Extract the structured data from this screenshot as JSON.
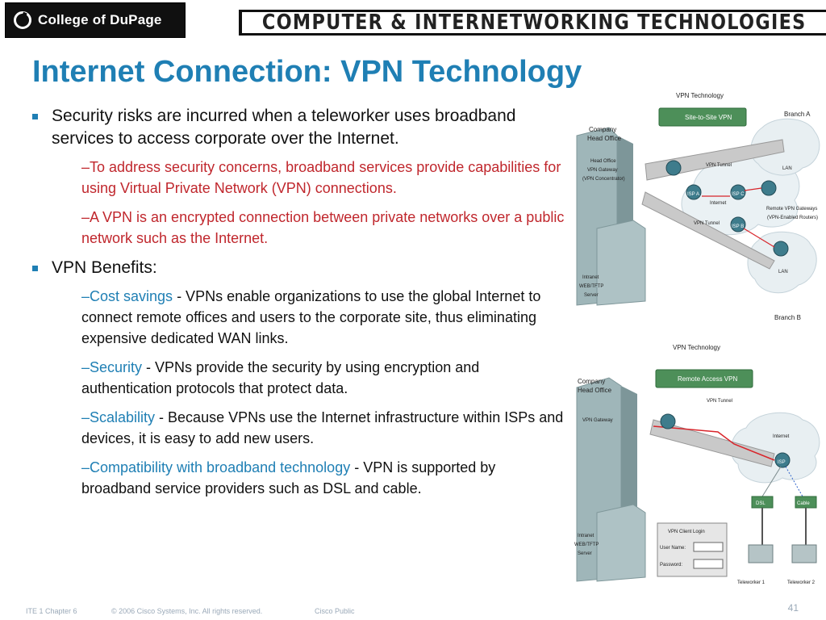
{
  "header": {
    "logo_text": "College of DuPage",
    "brand": "COMPUTER & INTERNETWORKING TECHNOLOGIES"
  },
  "slide": {
    "title": "Internet Connection: VPN Technology",
    "bullet1": "Security risks are incurred when a teleworker uses broadband services to access corporate over the Internet.",
    "sub1a": "–To address security concerns, broadband services provide capabilities for using Virtual Private Network (VPN) connections.",
    "sub1b": "–A VPN is an encrypted connection between private networks over a public network such as the Internet.",
    "bullet2": "VPN Benefits:",
    "benefits": [
      {
        "term": "–Cost savings",
        "desc": " - VPNs enable organizations to use the global Internet to connect remote offices and users to the corporate site, thus eliminating expensive dedicated WAN links."
      },
      {
        "term": "–Security",
        "desc": " - VPNs provide the security by using encryption and authentication protocols that protect data."
      },
      {
        "term": "–Scalability",
        "desc": " - Because VPNs use the Internet infrastructure within ISPs and devices, it is easy to add new users."
      },
      {
        "term": "–Compatibility with broadband technology",
        "desc": " - VPN is supported by broadband service providers such as DSL and cable."
      }
    ]
  },
  "diagram1": {
    "title": "VPN Technology",
    "banner": "Site-to-Site VPN",
    "company": "Company",
    "head_office": "Head Office",
    "ho_gw1": "Head Office",
    "ho_gw2": "VPN Gateway",
    "ho_gw3": "(VPN Concentrator)",
    "tunnel": "VPN Tunnel",
    "isp_a": "ISP A",
    "isp_b": "ISP B",
    "isp_c": "ISP C",
    "internet": "Internet",
    "branch_a": "Branch A",
    "branch_b": "Branch B",
    "lan": "LAN",
    "remote_gw1": "Remote VPN Gateways",
    "remote_gw2": "(VPN-Enabled Routers)",
    "server1": "Intranet",
    "server2": "WEB/TFTP",
    "server3": "Server"
  },
  "diagram2": {
    "title": "VPN Technology",
    "banner": "Remote Access VPN",
    "company": "Company",
    "head_office": "Head Office",
    "vpn_gw": "VPN Gateway",
    "tunnel": "VPN Tunnel",
    "internet": "Internet",
    "isp": "ISP",
    "dsl": "DSL",
    "cable": "Cable",
    "login_title": "VPN Client Login",
    "user_label": "User Name:",
    "pass_label": "Password:",
    "tw1": "Teleworker 1",
    "tw2": "Teleworker 2",
    "server1": "Intranet",
    "server2": "WEB/TFTP",
    "server3": "Server"
  },
  "footer": {
    "course": "ITE 1 Chapter 6",
    "copyright": "© 2006 Cisco Systems, Inc. All rights reserved.",
    "classification": "Cisco Public",
    "page": "41"
  }
}
